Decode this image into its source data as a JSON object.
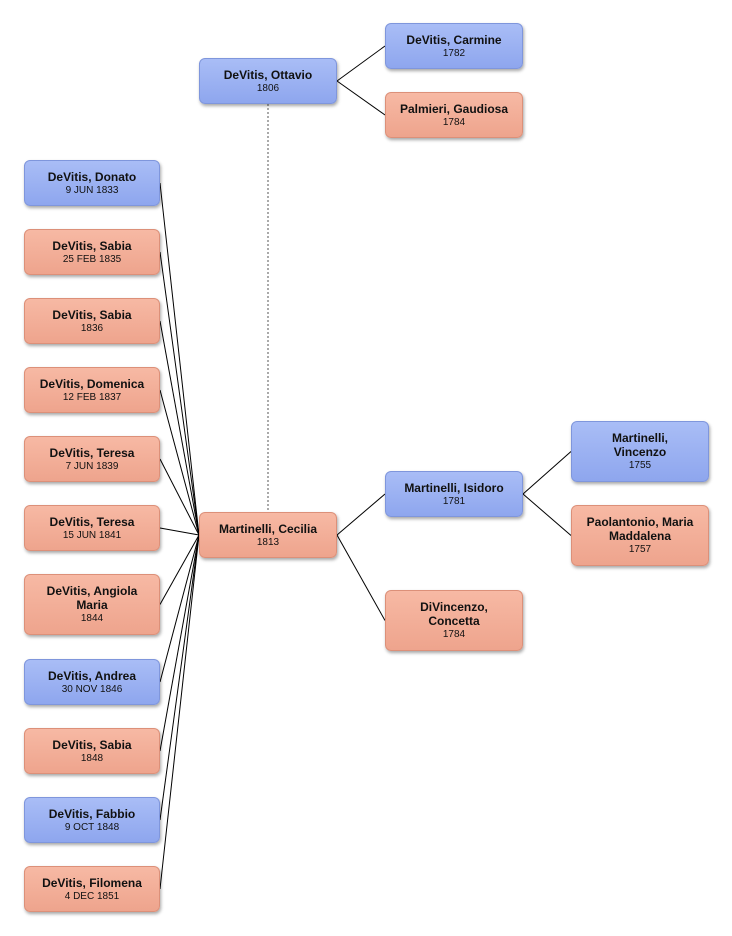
{
  "focus": {
    "name": "Martinelli, Cecilia",
    "date": "1813",
    "sex": "female"
  },
  "spouse": {
    "name": "DeVitis, Ottavio",
    "date": "1806",
    "sex": "male"
  },
  "spouse_parents": [
    {
      "name": "DeVitis, Carmine",
      "date": "1782",
      "sex": "male"
    },
    {
      "name": "Palmieri, Gaudiosa",
      "date": "1784",
      "sex": "female"
    }
  ],
  "parents": [
    {
      "name": "Martinelli, Isidoro",
      "date": "1781",
      "sex": "male"
    },
    {
      "name": "DiVincenzo, Concetta",
      "date": "1784",
      "sex": "female"
    }
  ],
  "grandparents": [
    {
      "name": "Martinelli, Vincenzo",
      "date": "1755",
      "sex": "male"
    },
    {
      "name": "Paolantonio, Maria Maddalena",
      "date": "1757",
      "sex": "female"
    }
  ],
  "children": [
    {
      "name": "DeVitis, Donato",
      "date": "9 JUN 1833",
      "sex": "male"
    },
    {
      "name": "DeVitis, Sabia",
      "date": "25 FEB 1835",
      "sex": "female"
    },
    {
      "name": "DeVitis, Sabia",
      "date": "1836",
      "sex": "female"
    },
    {
      "name": "DeVitis, Domenica",
      "date": "12 FEB 1837",
      "sex": "female"
    },
    {
      "name": "DeVitis, Teresa",
      "date": "7 JUN 1839",
      "sex": "female"
    },
    {
      "name": "DeVitis, Teresa",
      "date": "15 JUN 1841",
      "sex": "female"
    },
    {
      "name": "DeVitis, Angiola Maria",
      "date": "1844",
      "sex": "female"
    },
    {
      "name": "DeVitis, Andrea",
      "date": "30 NOV 1846",
      "sex": "male"
    },
    {
      "name": "DeVitis, Sabia",
      "date": "1848",
      "sex": "female"
    },
    {
      "name": "DeVitis, Fabbio",
      "date": "9 OCT 1848",
      "sex": "male"
    },
    {
      "name": "DeVitis, Filomena",
      "date": "4 DEC 1851",
      "sex": "female"
    }
  ],
  "colors": {
    "male": "#98aef1",
    "female": "#f2ac96",
    "connector": "#000000"
  }
}
